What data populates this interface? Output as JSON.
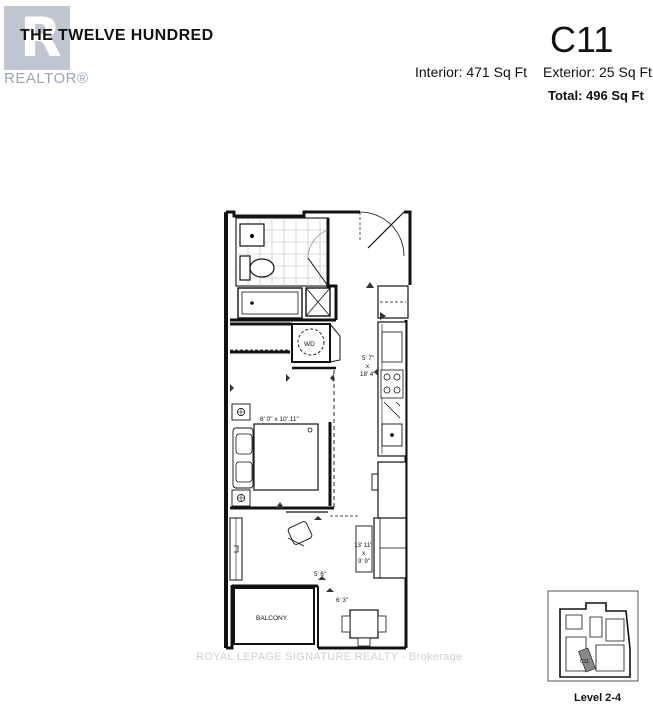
{
  "header": {
    "brand": "THE TWELVE HUNDRED",
    "unit_code": "C11",
    "interior": "Interior: 471 Sq Ft",
    "exterior": "Exterior: 25 Sq Ft",
    "total": "Total: 496 Sq Ft"
  },
  "logo": {
    "letter": "R",
    "word": "REALTOR®"
  },
  "plan": {
    "wd_label": "WD",
    "kitchen_dim_1": "5' 7\"",
    "kitchen_dim_x": "x",
    "kitchen_dim_2": "18' 4\"",
    "bedroom_dim": "8' 0\" x 10' 11\"",
    "living_dim_1": "13' 11\"",
    "living_dim_x": "x",
    "living_dim_2": "9' 9\"",
    "balcony_dim": "5' 6\"",
    "dining_dim": "6' 3\"",
    "balcony_label": "BALCONY"
  },
  "keyplan": {
    "level": "Level 2-4",
    "unit_tag": "C11"
  },
  "watermark": "ROYAL LEPAGE SIGNATURE REALTY - Brokerage"
}
